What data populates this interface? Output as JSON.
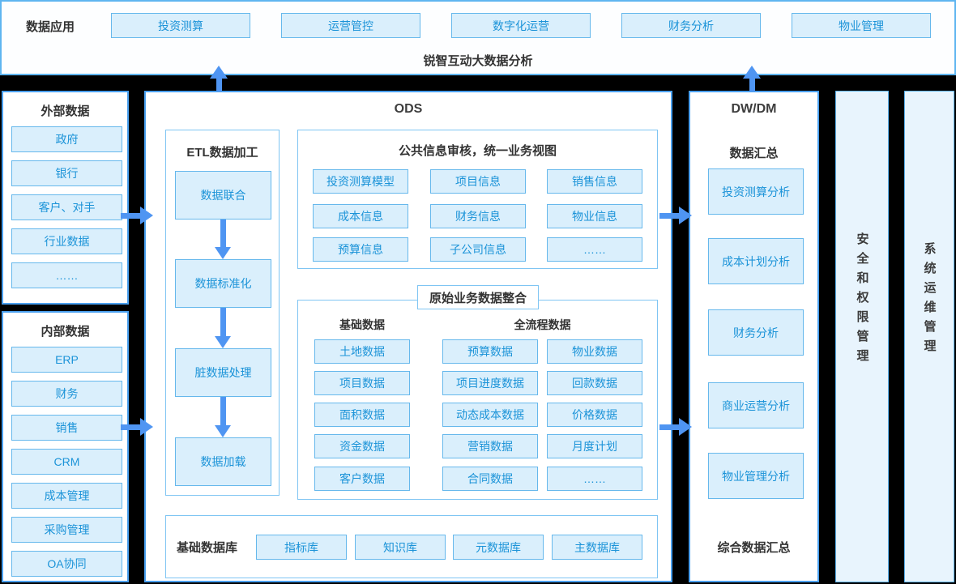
{
  "app": {
    "title": "锐智互动大数据分析"
  },
  "top_bar": {
    "label": "数据应用",
    "buttons": [
      "投资测算",
      "运营管控",
      "数字化运营",
      "财务分析",
      "物业管理"
    ]
  },
  "external": {
    "title": "外部数据",
    "items": [
      "政府",
      "银行",
      "客户、对手",
      "行业数据",
      "……"
    ]
  },
  "internal": {
    "title": "内部数据",
    "items": [
      "ERP",
      "财务",
      "销售",
      "CRM",
      "成本管理",
      "采购管理",
      "OA协同"
    ]
  },
  "ods": {
    "title": "ODS",
    "etl": {
      "title": "ETL数据加工",
      "steps": [
        "数据联合",
        "数据标准化",
        "脏数据处理",
        "数据加载"
      ]
    },
    "common_info": {
      "title": "公共信息审核，统一业务视图",
      "items": [
        "投资测算模型",
        "项目信息",
        "销售信息",
        "成本信息",
        "财务信息",
        "物业信息",
        "预算信息",
        "子公司信息",
        "……"
      ]
    },
    "raw_business": {
      "title": "原始业务数据整合",
      "basic_header": "基础数据",
      "process_header": "全流程数据",
      "basic_items": [
        "土地数据",
        "项目数据",
        "面积数据",
        "资金数据",
        "客户数据"
      ],
      "process_col1": [
        "预算数据",
        "项目进度数据",
        "动态成本数据",
        "营销数据",
        "合同数据"
      ],
      "process_col2": [
        "物业数据",
        "回款数据",
        "价格数据",
        "月度计划",
        "……"
      ]
    },
    "base_db": {
      "label": "基础数据库",
      "items": [
        "指标库",
        "知识库",
        "元数据库",
        "主数据库"
      ]
    }
  },
  "dwdm": {
    "title": "DW/DM",
    "subtitle": "数据汇总",
    "items": [
      "投资测算分析",
      "成本计划分析",
      "财务分析",
      "商业运营分析",
      "物业管理分析"
    ],
    "footer": "综合数据汇总"
  },
  "side_bars": {
    "security": "安全和权限管理",
    "ops": "系统运维管理"
  },
  "colors": {
    "background": "#000000",
    "panel_border": "#4aa0ef",
    "box_border": "#7fc5f3",
    "item_fill": "#daeffc",
    "item_border": "#66b8ec",
    "item_text": "#1b93d8",
    "arrow": "#4f95f2",
    "title_text": "#333333",
    "sidebar_fill": "#e8f4fd"
  }
}
